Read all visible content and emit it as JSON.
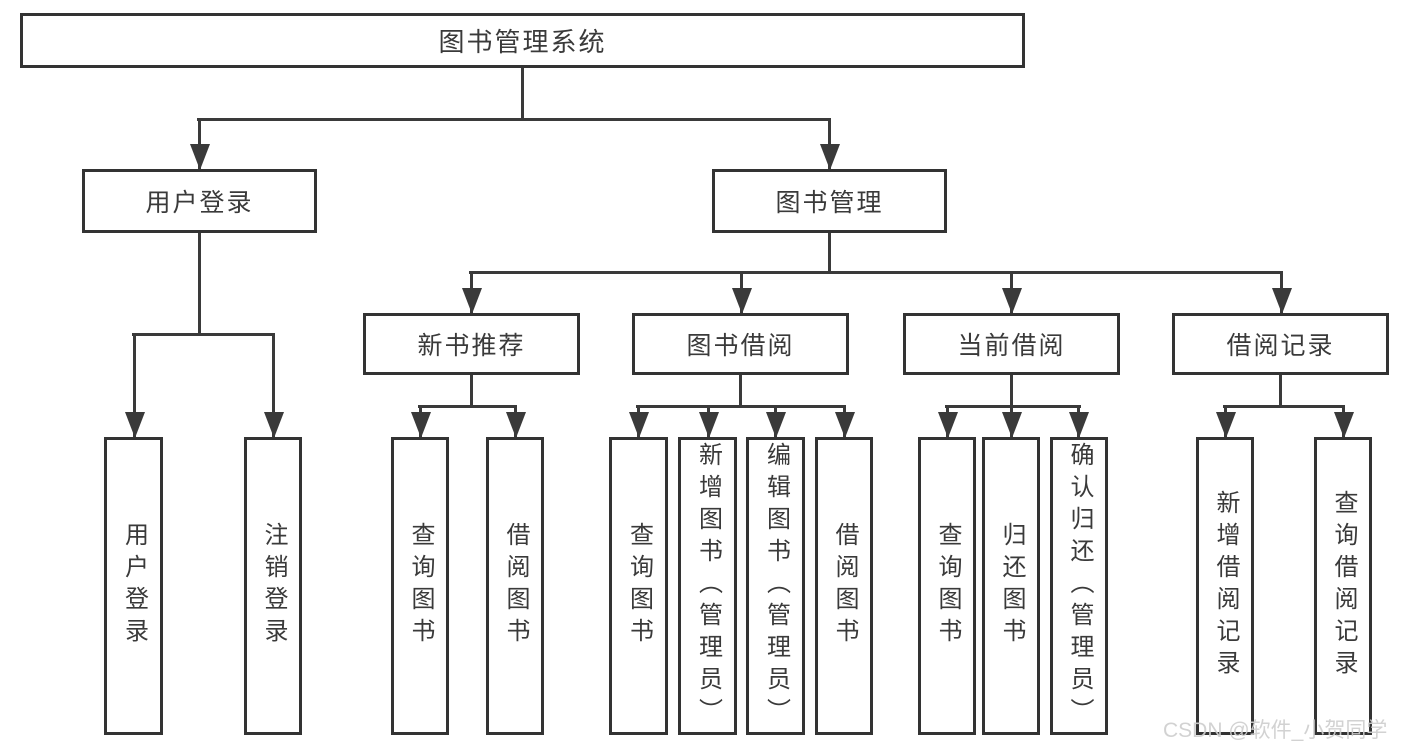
{
  "nodes": {
    "root": "图书管理系统",
    "l2": [
      "用户登录",
      "图书管理"
    ],
    "l3": [
      "新书推荐",
      "图书借阅",
      "当前借阅",
      "借阅记录"
    ],
    "leaves": [
      "用户登录",
      "注销登录",
      "查询图书",
      "借阅图书",
      "查询图书",
      "新增图书（管理员）",
      "编辑图书（管理员）",
      "借阅图书",
      "查询图书",
      "归还图书",
      "确认归还（管理员）",
      "新增借阅记录",
      "查询借阅记录"
    ]
  },
  "watermark": {
    "text": "CSDN @软件_小贺同学"
  },
  "colors": {
    "line": "#3a3a3a",
    "border": "#333333",
    "text": "#3a3a3a",
    "watermark": "#cecece",
    "background": "#ffffff"
  }
}
